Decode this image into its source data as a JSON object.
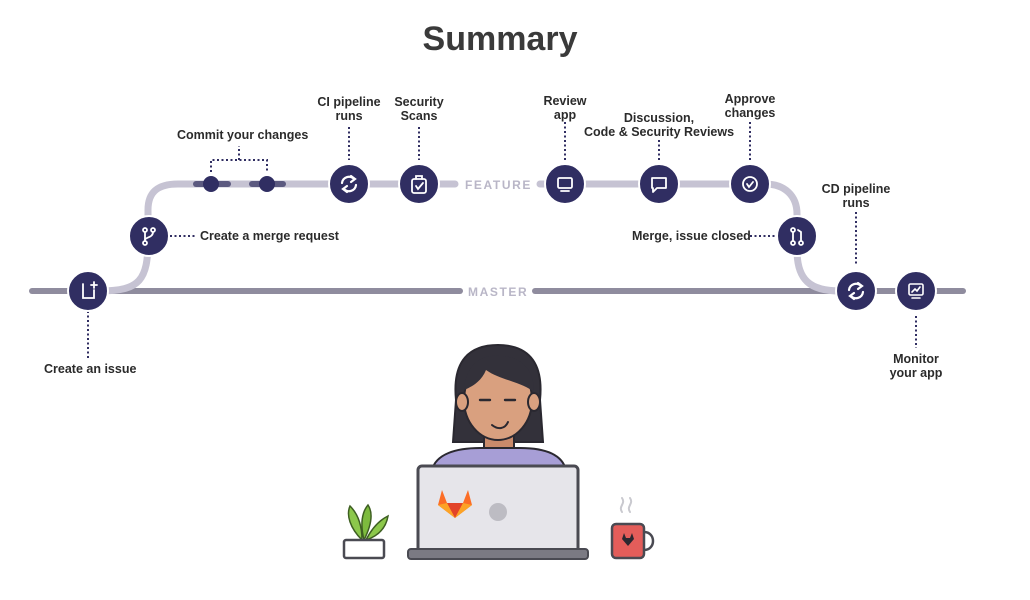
{
  "title": "Summary",
  "branches": {
    "feature": "FEATURE",
    "master": "MASTER"
  },
  "steps": {
    "create_issue": "Create an issue",
    "merge_request": "Create a merge request",
    "commit": "Commit your changes",
    "ci_pipeline": [
      "CI pipeline",
      "runs"
    ],
    "security_scans": [
      "Security",
      "Scans"
    ],
    "review_app": [
      "Review",
      "app"
    ],
    "discussion": [
      "Discussion,",
      "Code & Security Reviews"
    ],
    "approve": [
      "Approve",
      "changes"
    ],
    "merge_closed": "Merge, issue closed",
    "cd_pipeline": [
      "CD pipeline",
      "runs"
    ],
    "monitor": [
      "Monitor",
      "your app"
    ]
  },
  "icons": {
    "issue": "issue-icon",
    "merge_request": "branch-icon",
    "commit": "commit-dot",
    "ci_pipeline": "refresh-icon",
    "security": "clipboard-check-icon",
    "review_app": "monitor-icon",
    "discussion": "chat-icon",
    "approve": "check-circle-icon",
    "merge": "merge-icon",
    "cd_pipeline": "refresh-icon",
    "monitor": "chart-monitor-icon"
  },
  "colors": {
    "node": "#302e62",
    "track": "#c6c3d3",
    "master_track": "#8f8c9e",
    "gitlab_orange": "#fc6d26",
    "mug": "#e35d5a",
    "plant": "#7dbb3e"
  }
}
